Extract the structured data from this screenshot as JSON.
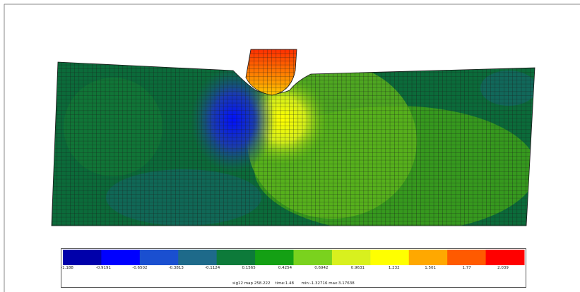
{
  "colors": {
    "background": "#ffffff",
    "mesh_line": "#1a1a1a",
    "scale": [
      "#0000aa",
      "#0000ff",
      "#1a4fd0",
      "#1e6a8a",
      "#0d7a3a",
      "#14a014",
      "#7ad21e",
      "#d8f01e",
      "#ffff00",
      "#ffa800",
      "#ff5a00",
      "#ff0000"
    ]
  },
  "legend": {
    "tick_values": [
      "-1.188",
      "-0.9191",
      "-0.6502",
      "-0.3813",
      "-0.1124",
      "0.1565",
      "0.4254",
      "0.6942",
      "0.9631",
      "1.232",
      "1.501",
      "1.77",
      "2.039"
    ],
    "status_text": "sig12 map 258.222    time:1.48      min:-1.32716 max:3.17638"
  }
}
